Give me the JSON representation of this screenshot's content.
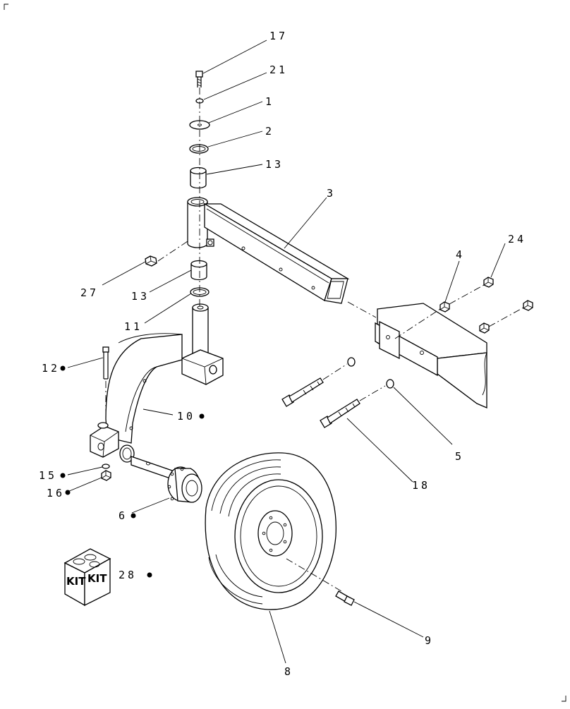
{
  "callouts": [
    {
      "id": "17",
      "label": "17",
      "bullet": false
    },
    {
      "id": "21",
      "label": "21",
      "bullet": false
    },
    {
      "id": "1",
      "label": "1",
      "bullet": false
    },
    {
      "id": "2",
      "label": "2",
      "bullet": false
    },
    {
      "id": "13a",
      "label": "13",
      "bullet": false
    },
    {
      "id": "3",
      "label": "3",
      "bullet": false
    },
    {
      "id": "24",
      "label": "24",
      "bullet": false
    },
    {
      "id": "4",
      "label": "4",
      "bullet": false
    },
    {
      "id": "27",
      "label": "27",
      "bullet": false
    },
    {
      "id": "13b",
      "label": "13",
      "bullet": false
    },
    {
      "id": "11",
      "label": "11",
      "bullet": false
    },
    {
      "id": "12",
      "label": "12",
      "bullet": true
    },
    {
      "id": "10",
      "label": "10",
      "bullet": true
    },
    {
      "id": "5",
      "label": "5",
      "bullet": false
    },
    {
      "id": "18",
      "label": "18",
      "bullet": false
    },
    {
      "id": "15",
      "label": "15",
      "bullet": true
    },
    {
      "id": "16",
      "label": "16",
      "bullet": true
    },
    {
      "id": "6",
      "label": "6",
      "bullet": true
    },
    {
      "id": "28",
      "label": "28 -",
      "bullet": true
    },
    {
      "id": "9",
      "label": "9",
      "bullet": false
    },
    {
      "id": "8",
      "label": "8",
      "bullet": false
    }
  ],
  "kit_box": {
    "face_left": "KIT",
    "face_right": "KIT"
  }
}
